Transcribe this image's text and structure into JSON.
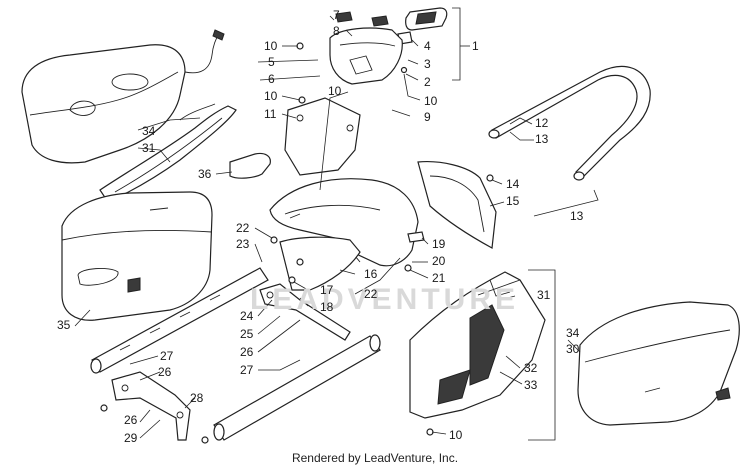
{
  "watermark": "LEADVENTURE",
  "credit": "Rendered by LeadVenture, Inc.",
  "callouts": [
    {
      "id": "c1",
      "text": "1"
    },
    {
      "id": "c2",
      "text": "2"
    },
    {
      "id": "c3",
      "text": "3"
    },
    {
      "id": "c4",
      "text": "4"
    },
    {
      "id": "c5",
      "text": "5"
    },
    {
      "id": "c6",
      "text": "6"
    },
    {
      "id": "c7",
      "text": "7"
    },
    {
      "id": "c8",
      "text": "8"
    },
    {
      "id": "c9",
      "text": "9"
    },
    {
      "id": "c10a",
      "text": "10"
    },
    {
      "id": "c10b",
      "text": "10"
    },
    {
      "id": "c10c",
      "text": "10"
    },
    {
      "id": "c10d",
      "text": "10"
    },
    {
      "id": "c10e",
      "text": "10"
    },
    {
      "id": "c11",
      "text": "11"
    },
    {
      "id": "c12",
      "text": "12"
    },
    {
      "id": "c13a",
      "text": "13"
    },
    {
      "id": "c13b",
      "text": "13"
    },
    {
      "id": "c14",
      "text": "14"
    },
    {
      "id": "c15",
      "text": "15"
    },
    {
      "id": "c16",
      "text": "16"
    },
    {
      "id": "c17",
      "text": "17"
    },
    {
      "id": "c18",
      "text": "18"
    },
    {
      "id": "c19",
      "text": "19"
    },
    {
      "id": "c20",
      "text": "20"
    },
    {
      "id": "c21",
      "text": "21"
    },
    {
      "id": "c22a",
      "text": "22"
    },
    {
      "id": "c22b",
      "text": "22"
    },
    {
      "id": "c23",
      "text": "23"
    },
    {
      "id": "c24",
      "text": "24"
    },
    {
      "id": "c25",
      "text": "25"
    },
    {
      "id": "c26a",
      "text": "26"
    },
    {
      "id": "c26b",
      "text": "26"
    },
    {
      "id": "c26c",
      "text": "26"
    },
    {
      "id": "c27a",
      "text": "27"
    },
    {
      "id": "c27b",
      "text": "27"
    },
    {
      "id": "c28",
      "text": "28"
    },
    {
      "id": "c29",
      "text": "29"
    },
    {
      "id": "c30",
      "text": "30"
    },
    {
      "id": "c31a",
      "text": "31"
    },
    {
      "id": "c31b",
      "text": "31"
    },
    {
      "id": "c32",
      "text": "32"
    },
    {
      "id": "c33",
      "text": "33"
    },
    {
      "id": "c34a",
      "text": "34"
    },
    {
      "id": "c34b",
      "text": "34"
    },
    {
      "id": "c35",
      "text": "35"
    },
    {
      "id": "c36",
      "text": "36"
    }
  ]
}
